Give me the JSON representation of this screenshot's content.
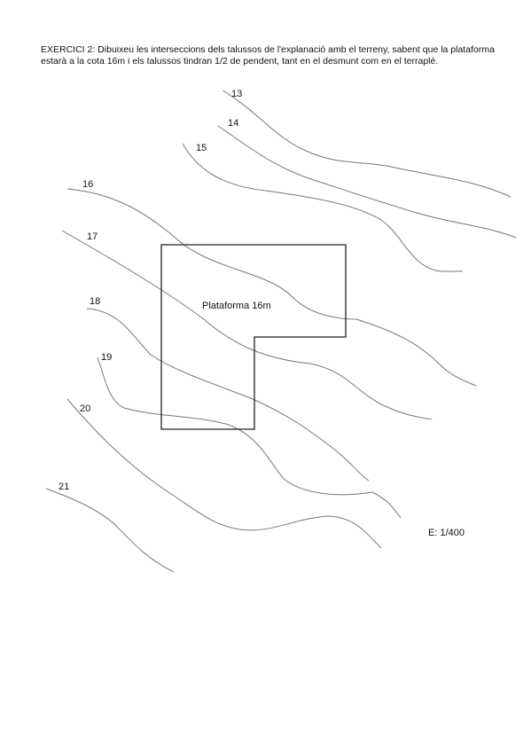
{
  "exercise": {
    "statement": "EXERCICI 2: Dibuixeu les interseccions dels talussos de l'explanació amb el terreny, sabent que la plataforma estarà a la cota 16m i els talussos tindran 1/2 de pendent, tant en el desmunt com en el terraplè."
  },
  "platform": {
    "label": "Plataforma 16m"
  },
  "contours": [
    {
      "label": "13"
    },
    {
      "label": "14"
    },
    {
      "label": "15"
    },
    {
      "label": "16"
    },
    {
      "label": "17"
    },
    {
      "label": "18"
    },
    {
      "label": "19"
    },
    {
      "label": "20"
    },
    {
      "label": "21"
    }
  ],
  "scale": {
    "label": "E: 1/400"
  }
}
